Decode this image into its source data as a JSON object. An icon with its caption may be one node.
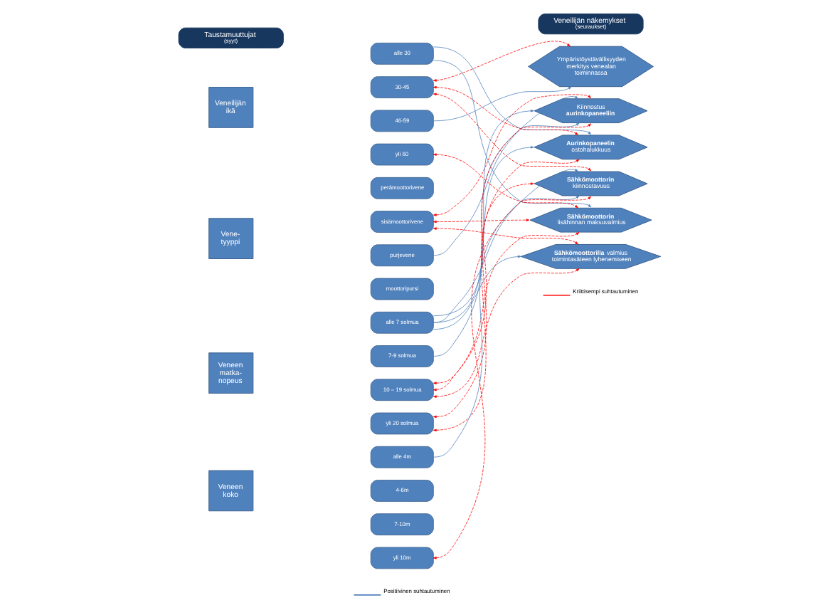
{
  "diagram": {
    "nodes": [
      {
        "text": [
          "Taustamuuttujat",
          "(syyt)"
        ]
      },
      {
        "text": [
          "Veneilijän näkemykset",
          "(seuraukset)"
        ]
      },
      {
        "text": [
          "Veneilijän ikä"
        ]
      },
      {
        "text": [
          "alle 30"
        ]
      },
      {
        "text": [
          "30-45"
        ]
      },
      {
        "text": [
          "46-59"
        ]
      },
      {
        "text": [
          "yli 60"
        ]
      },
      {
        "text": [
          "Vene- tyyppi"
        ]
      },
      {
        "text": [
          "perämoottorivene"
        ]
      },
      {
        "text": [
          "sisämoottorivene"
        ]
      },
      {
        "text": [
          "purjevene"
        ]
      },
      {
        "text": [
          "moottoripursi"
        ]
      },
      {
        "text": [
          "Veneen matka- nopeus"
        ]
      },
      {
        "text": [
          "alle 7 solmua"
        ]
      },
      {
        "text": [
          "7-9 solmua"
        ]
      },
      {
        "text": [
          "10 – 19 solmua"
        ]
      },
      {
        "text": [
          "yli 20 solmua"
        ]
      },
      {
        "text": [
          "Veneen koko"
        ]
      },
      {
        "text": [
          "alle 4m"
        ]
      },
      {
        "text": [
          "4-6m"
        ]
      },
      {
        "text": [
          "7-10m"
        ]
      },
      {
        "text": [
          "yli 10m"
        ]
      },
      {
        "text": [
          "Ympäristöystävällisyyden merkitys venealan toiminnassa"
        ]
      },
      {
        "text": [
          "Kiinnostus **aurinkopaneeliin**"
        ]
      },
      {
        "text": [
          "**Aurinkopaneelin** ostohalukkuus"
        ]
      },
      {
        "text": [
          "**Sähkömoottorin** kiinnostavuus"
        ]
      },
      {
        "text": [
          "**Sähkömoottorin** lisähinnan maksuvalmius"
        ]
      },
      {
        "text": [
          "**Sähkömoottorilla** valmius toimintasäteen lyhenemiseen"
        ]
      }
    ],
    "edges": [
      {
        "from": 3,
        "to": 24,
        "arrow": "to",
        "color": "#4f81bd"
      },
      {
        "from": 3,
        "to": 26,
        "arrow": "to",
        "color": "#4f81bd"
      },
      {
        "from": 4,
        "to": 22,
        "arrow": "both",
        "style": "dashed"
      },
      {
        "from": 4,
        "to": 24,
        "arrow": "both",
        "style": "dashed"
      },
      {
        "from": 4,
        "to": 25,
        "arrow": "both",
        "style": "dashed"
      },
      {
        "from": 5,
        "to": 22,
        "arrow": "to",
        "color": "#4f81bd"
      },
      {
        "from": 6,
        "to": 26,
        "arrow": "both",
        "style": "dashed"
      },
      {
        "from": 9,
        "to": 23,
        "arrow": "both",
        "style": "dashed"
      },
      {
        "from": 9,
        "to": 26,
        "arrow": "both",
        "style": "dashed"
      },
      {
        "from": 9,
        "to": 27,
        "arrow": "both",
        "style": "dashed"
      },
      {
        "from": 10,
        "to": 23,
        "arrow": "to",
        "color": "#4f81bd"
      },
      {
        "from": 13,
        "to": 23,
        "arrow": "to",
        "color": "#4f81bd"
      },
      {
        "from": 13,
        "to": 24,
        "arrow": "to",
        "color": "#4f81bd"
      },
      {
        "from": 13,
        "to": 25,
        "arrow": "to",
        "color": "#4f81bd"
      },
      {
        "from": 13,
        "to": 27,
        "arrow": "to",
        "color": "#4f81bd"
      },
      {
        "from": 14,
        "to": 23,
        "arrow": "to",
        "color": "#4f81bd"
      },
      {
        "from": 15,
        "to": 23,
        "arrow": "both",
        "style": "dashed"
      },
      {
        "from": 15,
        "to": 26,
        "arrow": "both",
        "style": "dashed"
      },
      {
        "from": 15,
        "to": 27,
        "arrow": "both",
        "style": "dashed"
      },
      {
        "from": 16,
        "to": 24,
        "arrow": "both",
        "style": "dashed"
      },
      {
        "from": 16,
        "to": 25,
        "arrow": "both",
        "style": "dashed"
      },
      {
        "from": 18,
        "to": 25,
        "arrow": "to",
        "color": "#4f81bd"
      },
      {
        "from": 21,
        "to": 25,
        "arrow": "both",
        "style": "dashed"
      }
    ],
    "legend": [
      {
        "text": "Positiivinen suhtautuminen"
      },
      {
        "text": "Kriittisempi suhtautuminen"
      }
    ]
  }
}
